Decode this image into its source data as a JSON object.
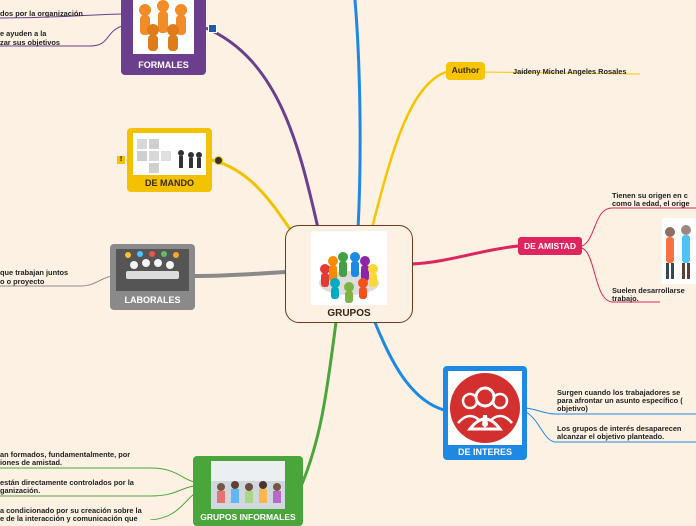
{
  "center": {
    "label": "GRUPOS"
  },
  "nodes": {
    "formales": {
      "label": "FORMALES",
      "color": "#6b3f8e"
    },
    "de_mando": {
      "label": "DE MANDO",
      "color": "#f2c200"
    },
    "laborales": {
      "label": "LABORALES",
      "color": "#8a8a8a"
    },
    "grupos_informales": {
      "label": "GRUPOS INFORMALES",
      "color": "#4aa63a"
    },
    "author": {
      "label": "Author",
      "color": "#f7c400"
    },
    "de_amistad": {
      "label": "DE AMISTAD",
      "color": "#e0245e"
    },
    "de_interes": {
      "label": "DE INTERES",
      "color": "#1e88e5"
    }
  },
  "leaves": {
    "formales_1": "dos por la organización",
    "formales_2a": "e ayuden a la",
    "formales_2b": "zar sus objetivos",
    "de_mando_mark": "!",
    "laborales_1a": "que trabajan juntos",
    "laborales_1b": "o o proyecto",
    "author_name": "Jaideny Michel Angeles Rosales",
    "amistad_1a": "Tienen su origen en c",
    "amistad_1b": "como la edad, el orige",
    "amistad_2a": "Suelen desarrollarse",
    "amistad_2b": "trabajo.",
    "interes_1a": "Surgen cuando los trabajadores se",
    "interes_1b": "para afrontar un asunto específico (",
    "interes_1c": "objetivo)",
    "interes_2a": "Los grupos de interés desaparecen",
    "interes_2b": "alcanzar el objetivo planteado.",
    "informales_1a": "an formados, fundamentalmente, por",
    "informales_1b": "iones de amistad.",
    "informales_2a": " están directamente controlados por la",
    "informales_2b": "ganización.",
    "informales_3a": "a condicionado por su creación sobre la",
    "informales_3b": "e de la interacción y comunicación que"
  }
}
